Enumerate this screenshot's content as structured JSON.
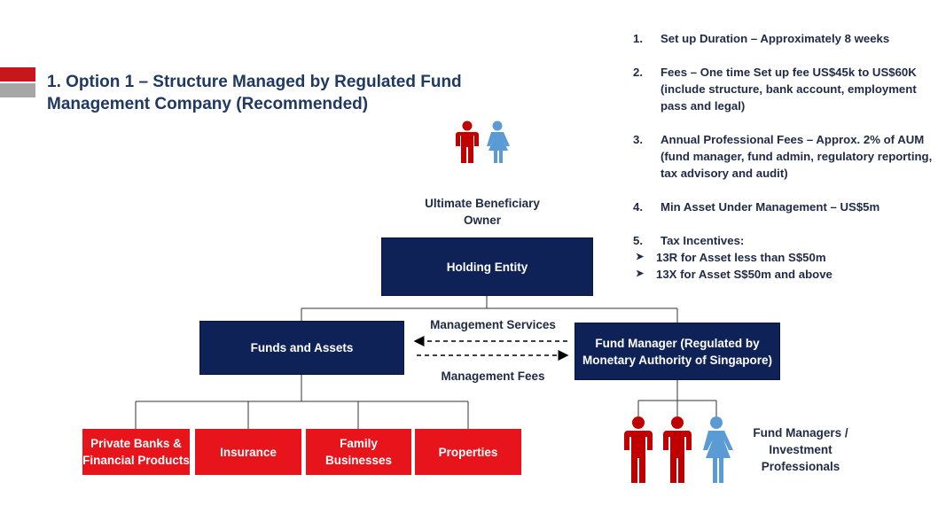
{
  "title": "1. Option 1 – Structure Managed by Regulated Fund Management Company (Recommended)",
  "notes": [
    {
      "num": "1.",
      "text": "Set up Duration – Approximately 8 weeks"
    },
    {
      "num": "2.",
      "text": "Fees – One time Set up fee US$45k to US$60K (include structure, bank account, employment pass and legal)"
    },
    {
      "num": "3.",
      "text": "Annual Professional Fees – Approx. 2% of AUM (fund manager, fund admin, regulatory reporting, tax advisory and audit)"
    },
    {
      "num": "4.",
      "text": "Min Asset Under Management – US$5m"
    },
    {
      "num": "5.",
      "text": "Tax Incentives:"
    }
  ],
  "tax_incentives": [
    "13R for Asset less than S$50m",
    "13X for Asset S$50m and above"
  ],
  "ubo_label": "Ultimate Beneficiary Owner",
  "holding_entity": "Holding Entity",
  "funds_assets": "Funds and Assets",
  "fund_manager": "Fund Manager (Regulated by Monetary Authority of Singapore)",
  "management_services": "Management Services",
  "management_fees": "Management Fees",
  "asset_boxes": [
    "Private Banks & Financial Products",
    "Insurance",
    "Family Businesses",
    "Properties"
  ],
  "fm_professionals": "Fund Managers / Investment Professionals",
  "colors": {
    "navy": "#0f2257",
    "red": "#e8141c",
    "female_figure": "#5b9bd5",
    "male_figure": "#c00000"
  }
}
